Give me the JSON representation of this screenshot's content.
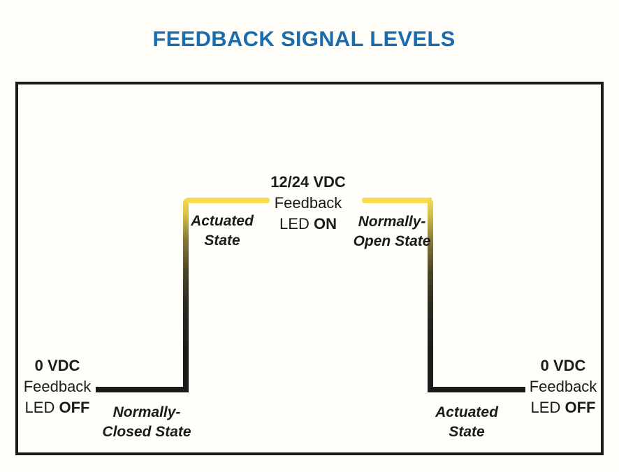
{
  "title": "FEEDBACK SIGNAL LEVELS",
  "colors": {
    "title_blue": "#1A6CAE",
    "signal_yellow": "#F6DC52",
    "signal_black": "#1B1B1B"
  },
  "labels": {
    "low_left": {
      "voltage": "0 VDC",
      "feedback": "Feedback",
      "led": "LED",
      "led_state": "OFF"
    },
    "high_center": {
      "voltage": "12/24 VDC",
      "feedback": "Feedback",
      "led": "LED",
      "led_state": "ON"
    },
    "low_right": {
      "voltage": "0 VDC",
      "feedback": "Feedback",
      "led": "LED",
      "led_state": "OFF"
    }
  },
  "states": {
    "actuated_left": {
      "line1": "Actuated",
      "line2": "State"
    },
    "normally_open": {
      "line1": "Normally-",
      "line2": "Open State"
    },
    "normally_closed": {
      "line1": "Normally-",
      "line2": "Closed State"
    },
    "actuated_right": {
      "line1": "Actuated",
      "line2": "State"
    }
  }
}
